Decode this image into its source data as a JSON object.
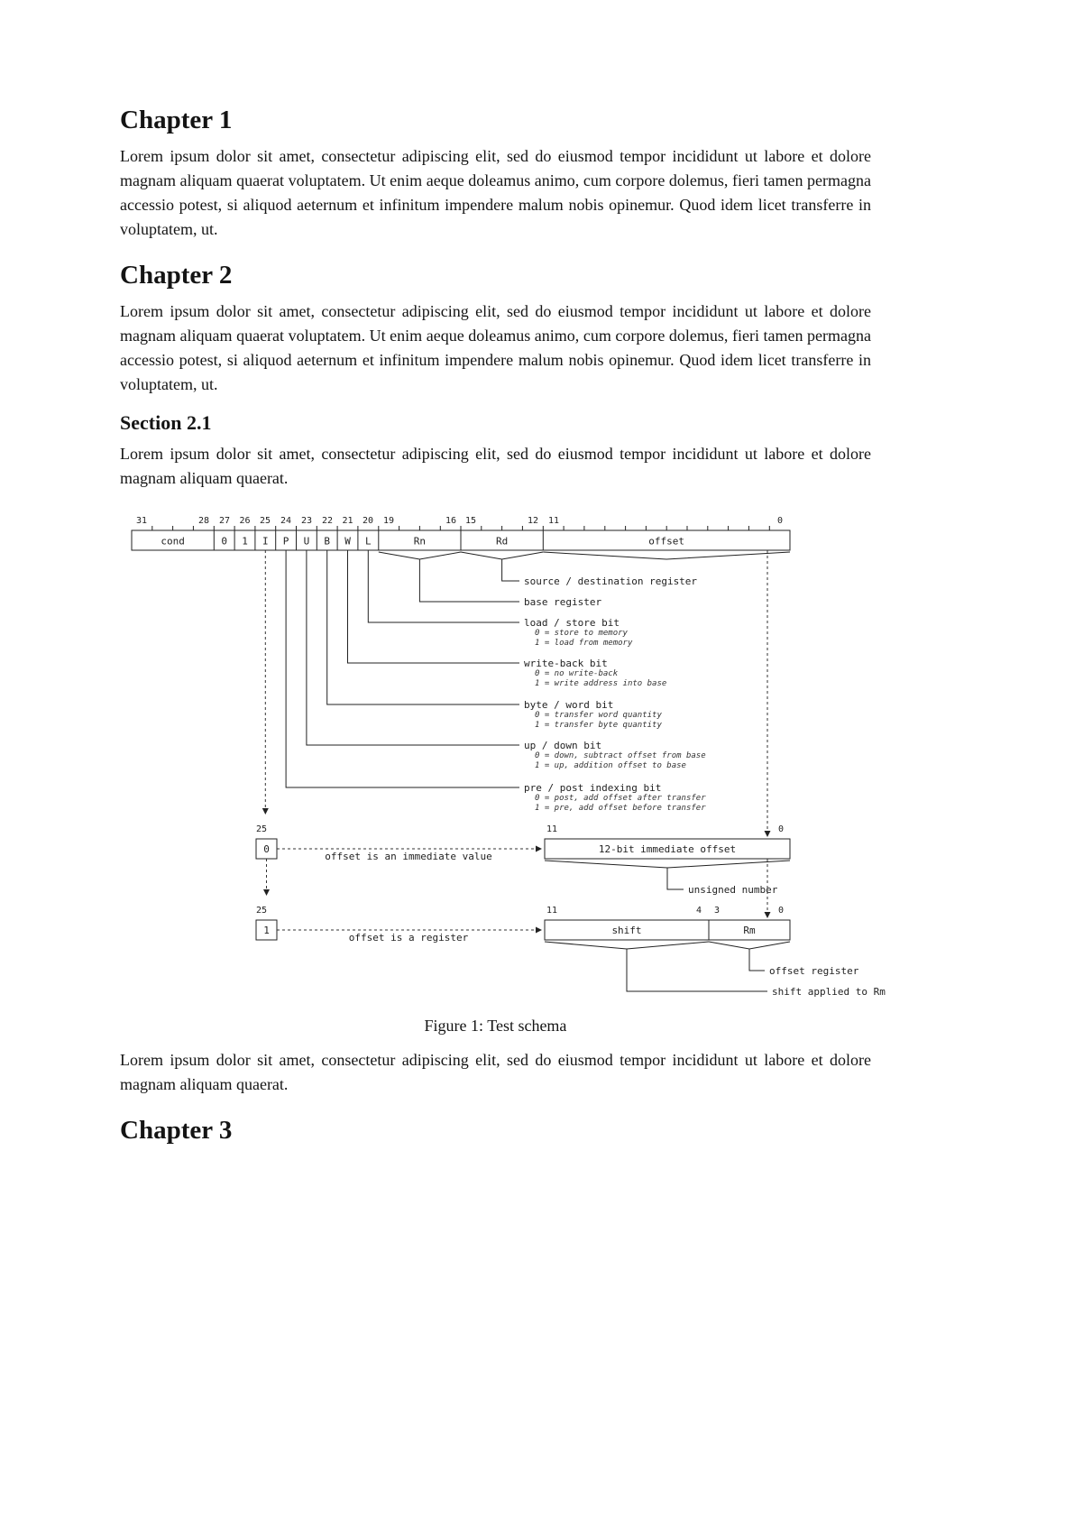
{
  "doc": {
    "chapters": [
      {
        "title": "Chapter 1",
        "body": "Lorem ipsum dolor sit amet, consectetur adipiscing elit, sed do eiusmod tempor incididunt ut labore et dolore magnam aliquam quaerat voluptatem. Ut enim aeque doleamus animo, cum corpore dolemus, fieri tamen permagna accessio potest, si aliquod aeternum et infinitum impendere malum nobis opinemur. Quod idem licet transferre in voluptatem, ut."
      },
      {
        "title": "Chapter 2",
        "body": "Lorem ipsum dolor sit amet, consectetur adipiscing elit, sed do eiusmod tempor incididunt ut labore et dolore magnam aliquam quaerat voluptatem. Ut enim aeque doleamus animo, cum corpore dolemus, fieri tamen permagna accessio potest, si aliquod aeternum et infinitum impendere malum nobis opinemur. Quod idem licet transferre in voluptatem, ut."
      }
    ],
    "section": {
      "title": "Section 2.1",
      "body": "Lorem ipsum dolor sit amet, consectetur adipiscing elit, sed do eiusmod tempor incididunt ut labore et dolore magnam aliquam quaerat."
    },
    "figure": {
      "caption": "Figure 1: Test schema"
    },
    "after_figure_paragraph": "Lorem ipsum dolor sit amet, consectetur adipiscing elit, sed do eiusmod tempor incididunt ut labore et dolore magnam aliquam quaerat.",
    "chapter3": {
      "title": "Chapter 3"
    }
  },
  "diagram": {
    "bit_numbers": [
      "31",
      "28",
      "27",
      "26",
      "25",
      "24",
      "23",
      "22",
      "21",
      "20",
      "19",
      "16",
      "15",
      "12",
      "11",
      "0"
    ],
    "fields": [
      "cond",
      "0",
      "1",
      "I",
      "P",
      "U",
      "B",
      "W",
      "L",
      "Rn",
      "Rd",
      "offset"
    ],
    "annotations": [
      {
        "label": "source / destination register",
        "notes": []
      },
      {
        "label": "base register",
        "notes": []
      },
      {
        "label": "load / store bit",
        "notes": [
          "0 = store to memory",
          "1 = load from memory"
        ]
      },
      {
        "label": "write-back bit",
        "notes": [
          "0 = no write-back",
          "1 = write address into base"
        ]
      },
      {
        "label": "byte / word bit",
        "notes": [
          "0 = transfer word quantity",
          "1 = transfer byte quantity"
        ]
      },
      {
        "label": "up / down bit",
        "notes": [
          "0 = down, subtract offset from base",
          "1 = up, addition offset to base"
        ]
      },
      {
        "label": "pre / post indexing bit",
        "notes": [
          "0 = post, add offset after transfer",
          "1 = pre, add offset before transfer"
        ]
      }
    ],
    "immediate_branch": {
      "bit_number": "25",
      "flag_value": "0",
      "arrow_label": "offset is an immediate value",
      "box_label": "12-bit immediate offset",
      "box_bit_left": "11",
      "box_bit_right": "0",
      "note": "unsigned number"
    },
    "register_branch": {
      "bit_number": "25",
      "flag_value": "1",
      "arrow_label": "offset is a register",
      "shift_label": "shift",
      "rm_label": "Rm",
      "bit_left": "11",
      "bit_shift_right": "4",
      "bit_rm_left": "3",
      "bit_right": "0",
      "offset_register_note": "offset register",
      "shift_note": "shift applied to Rm"
    }
  }
}
